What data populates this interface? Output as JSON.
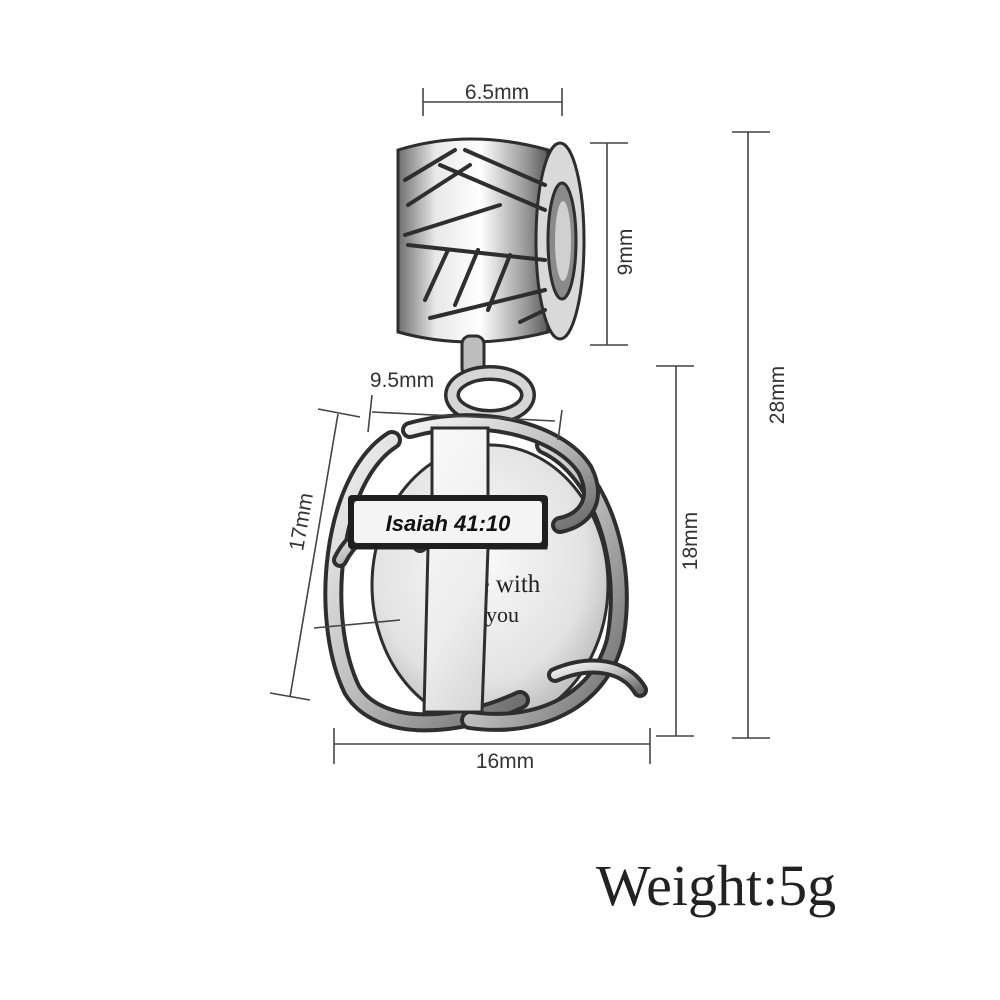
{
  "dimensions": {
    "top_width": "6.5mm",
    "bail_height": "9mm",
    "total_height": "28mm",
    "cross_width": "9.5mm",
    "pendant_height_left": "17mm",
    "pendant_height_right": "18mm",
    "pendant_width": "16mm"
  },
  "engraving": {
    "cross_text": "Isaiah 41:10",
    "disc_line_1": "be with",
    "disc_line_2": "you"
  },
  "weight": "Weight:5g",
  "colors": {
    "silver_light": "#f2f2f2",
    "silver_mid": "#c8c8c8",
    "silver_dark": "#7a7a7a",
    "outline": "#2e2e2e",
    "dimension_line": "#444444"
  }
}
